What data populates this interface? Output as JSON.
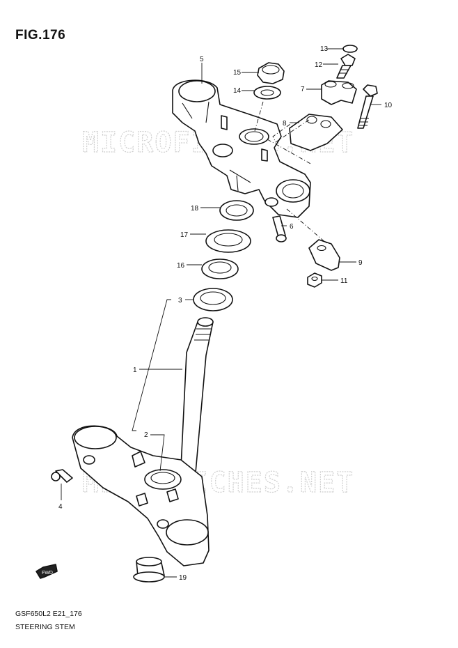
{
  "figure": {
    "title": "FIG.176",
    "model_code": "GSF650L2 E21_176",
    "caption": "STEERING STEM",
    "watermark": "MICROFICHES.NET",
    "fwd_label": "FWD"
  },
  "parts": [
    {
      "ref": "1"
    },
    {
      "ref": "2"
    },
    {
      "ref": "3"
    },
    {
      "ref": "4"
    },
    {
      "ref": "5"
    },
    {
      "ref": "6"
    },
    {
      "ref": "7"
    },
    {
      "ref": "8"
    },
    {
      "ref": "9"
    },
    {
      "ref": "10"
    },
    {
      "ref": "11"
    },
    {
      "ref": "12"
    },
    {
      "ref": "13"
    },
    {
      "ref": "14"
    },
    {
      "ref": "15"
    },
    {
      "ref": "16"
    },
    {
      "ref": "17"
    },
    {
      "ref": "18"
    },
    {
      "ref": "19"
    }
  ]
}
